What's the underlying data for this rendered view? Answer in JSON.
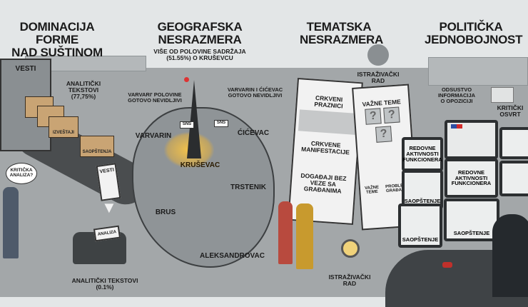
{
  "sections": [
    {
      "title_line1": "DOMINACIJA FORME",
      "title_line2": "NAD SUŠTINOM"
    },
    {
      "title_line1": "GEOGRAFSKA",
      "title_line2": "NESRAZMERA",
      "subtitle_line1": "VIŠE OD POLOVINE SADRŽAJA",
      "subtitle_line2": "(51.55%) O KRUŠEVCU"
    },
    {
      "title_line1": "TEMATSKA",
      "title_line2": "NESRAZMERA"
    },
    {
      "title_line1": "POLITIČKA",
      "title_line2": "JEDNOBOJNOST"
    }
  ],
  "form": {
    "machine_label": "VESTI",
    "analytic_top_line1": "ANALITIČKI",
    "analytic_top_line2": "TEKSTOVI",
    "analytic_top_pct": "(77,75%)",
    "boxes": [
      "IZVEŠTAJI",
      "SAOPŠTENJA"
    ],
    "paper_label": "VESTI",
    "thought": "KRITIČKA ANALIZA?",
    "typewriter_paper": "ANALIZA",
    "analytic_bottom": "ANALITIČKI TEKSTOVI",
    "analytic_bottom_pct": "(0.1%)"
  },
  "geo": {
    "note_left_line1": "VARVARI' POLOVINE",
    "note_left_line2": "GOTOVO NEVIDLJIVI",
    "note_right_line1": "VARVARIN I ĆIĆEVAC",
    "note_right_line2": "GOTOVO NEVIDLJIVI",
    "sign": "SNS",
    "towns": [
      "VARVARIN",
      "ĆIĆEVAC",
      "KRUŠEVAC",
      "TRSTENIK",
      "BRUS",
      "ALEKSANDROVAC"
    ]
  },
  "theme": {
    "megaphone_label_line1": "ISTRAŽIVAČKI",
    "megaphone_label_line2": "RAD",
    "left_headlines": [
      "CRKVENI PRAZNICI",
      "CRKVENE MANIFESTACIJE",
      "DOGAĐAJI BEZ VEZE SA GRAĐANIMA"
    ],
    "right_headline": "VAŽNE TEME",
    "right_sub": [
      "VAŽNE TEME",
      "PROBLEMI GRAĐANA"
    ],
    "q": "?",
    "spotlight_label_line1": "ISTRAŽIVAČKI",
    "spotlight_label_line2": "RAD"
  },
  "politics": {
    "absence_line1": "ODSUSTVO",
    "absence_line2": "INFORMACIJA",
    "absence_line3": "O OPOZICIJI",
    "critical_line1": "KRITIČKI",
    "critical_line2": "OSVRT",
    "tv_text": "REDOVNE AKTIVNOSTI FUNKCIONERA",
    "tv_caption": "SAOPŠTENJE",
    "party_colors": [
      "#2d4fa3",
      "#d22b2b"
    ]
  }
}
